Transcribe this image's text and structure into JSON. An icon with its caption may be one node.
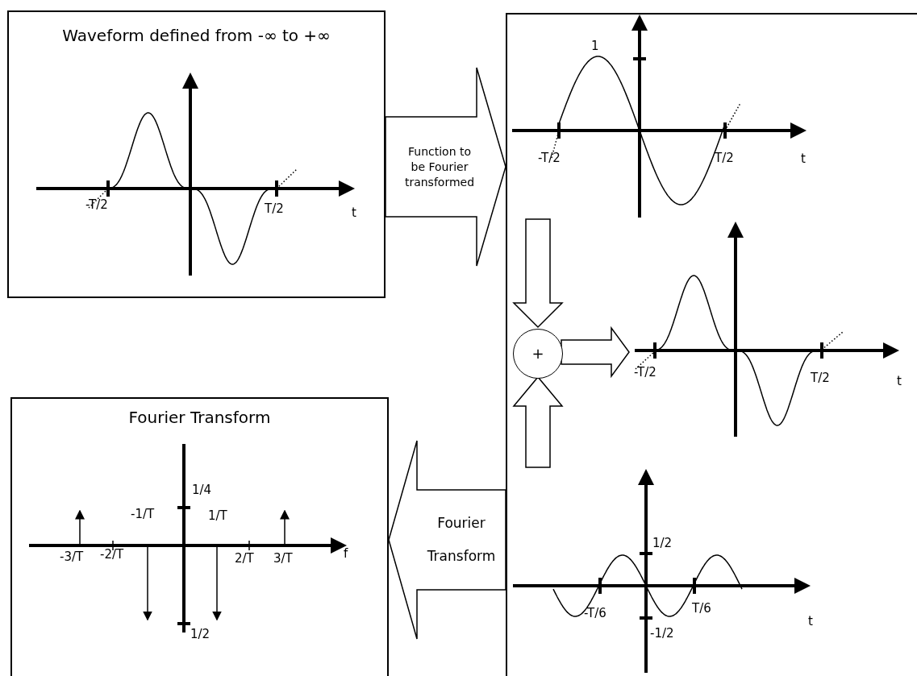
{
  "diagram": {
    "nodes": [
      {
        "text": [
          "Waveform defined from -∞ to +∞"
        ]
      },
      {
        "text": [],
        "shape": "box"
      },
      {
        "text": [],
        "shape": "picture",
        "in": 1
      },
      {
        "text": [
          "+"
        ],
        "in": 1
      },
      {
        "text": [],
        "shape": "picture",
        "in": 1
      },
      {
        "text": [],
        "shape": "picture",
        "in": 1
      },
      {
        "text": [
          "Fourier Transform"
        ]
      }
    ],
    "edges": [
      {
        "from": 0,
        "to": 1,
        "arrow": "to",
        "label": "Function to be Fourier transformed"
      },
      {
        "from": 2,
        "to": 3,
        "arrow": "to"
      },
      {
        "from": 5,
        "to": 3,
        "arrow": "to"
      },
      {
        "from": 3,
        "to": 4,
        "arrow": "to"
      },
      {
        "from": 1,
        "to": 6,
        "arrow": "to",
        "label": "Fourier Transform"
      }
    ],
    "labels": [
      "-T/2",
      "T/2",
      "t",
      "1",
      "-T/2",
      "T/2",
      "t",
      "-T/2",
      "T/2",
      "t",
      "1/4",
      "-1/T",
      "1/T",
      "-3/T",
      "-2/T",
      "2/T",
      "3/T",
      "f",
      "1/2",
      "1/2",
      "-T/6",
      "T/6",
      "-1/2",
      "t"
    ]
  }
}
